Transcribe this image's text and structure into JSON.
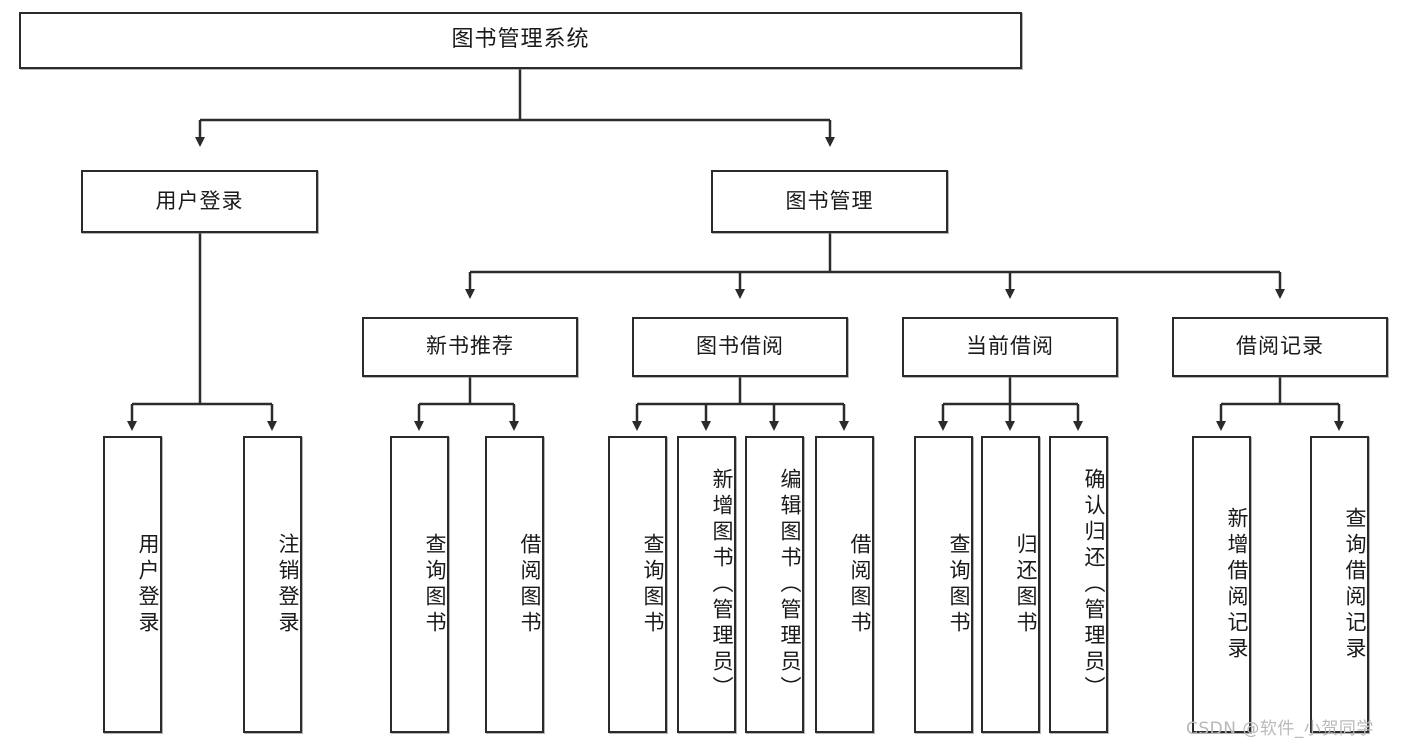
{
  "diagram": {
    "title": "图书管理系统",
    "type": "hierarchy-tree",
    "root": {
      "id": "root",
      "label": "图书管理系统"
    },
    "level2": [
      {
        "id": "user-login",
        "label": "用户登录"
      },
      {
        "id": "book-manage",
        "label": "图书管理"
      }
    ],
    "level3": [
      {
        "id": "new-book-recommend",
        "label": "新书推荐"
      },
      {
        "id": "book-borrow",
        "label": "图书借阅"
      },
      {
        "id": "current-borrow",
        "label": "当前借阅"
      },
      {
        "id": "borrow-record",
        "label": "借阅记录"
      }
    ],
    "leaves": {
      "user_login": [
        {
          "id": "leaf-user-login",
          "label": "用户登录"
        },
        {
          "id": "leaf-logout",
          "label": "注销登录"
        }
      ],
      "new_book_recommend": [
        {
          "id": "leaf-query-book-1",
          "label": "查询图书"
        },
        {
          "id": "leaf-borrow-book-1",
          "label": "借阅图书"
        }
      ],
      "book_borrow": [
        {
          "id": "leaf-query-book-2",
          "label": "查询图书"
        },
        {
          "id": "leaf-add-book",
          "label": "新增图书（管理员）"
        },
        {
          "id": "leaf-edit-book",
          "label": "编辑图书（管理员）"
        },
        {
          "id": "leaf-borrow-book-2",
          "label": "借阅图书"
        }
      ],
      "current_borrow": [
        {
          "id": "leaf-query-book-3",
          "label": "查询图书"
        },
        {
          "id": "leaf-return-book",
          "label": "归还图书"
        },
        {
          "id": "leaf-confirm-return",
          "label": "确认归还（管理员）"
        }
      ],
      "borrow_record": [
        {
          "id": "leaf-add-record",
          "label": "新增借阅记录"
        },
        {
          "id": "leaf-query-record",
          "label": "查询借阅记录"
        }
      ]
    }
  },
  "watermark": {
    "text": "CSDN @软件_小贺同学"
  },
  "colors": {
    "stroke": "#2b2b2b",
    "fill": "#ffffff",
    "text": "#1a1a1a",
    "watermark": "#b9b9b9"
  }
}
